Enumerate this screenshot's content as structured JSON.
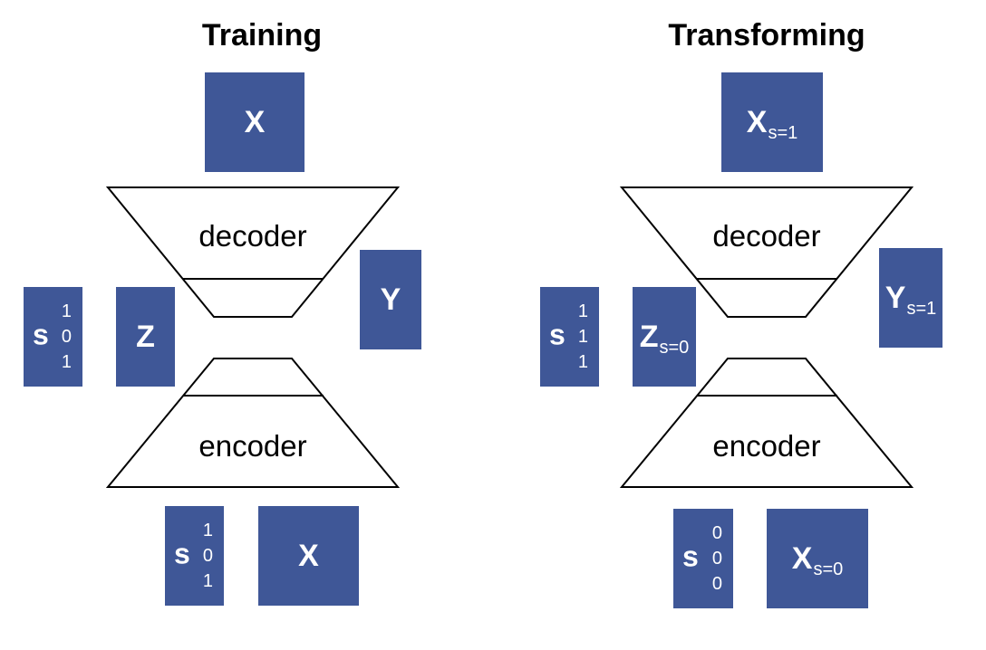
{
  "training": {
    "title": "Training",
    "top_box": "X",
    "decoder_label": "decoder",
    "encoder_label": "encoder",
    "z_box": "Z",
    "y_box": "Y",
    "s_left": {
      "label": "s",
      "values": [
        "1",
        "0",
        "1"
      ]
    },
    "s_bottom": {
      "label": "s",
      "values": [
        "1",
        "0",
        "1"
      ]
    },
    "bottom_box": "X"
  },
  "transforming": {
    "title": "Transforming",
    "top_box": {
      "main": "X",
      "sub": "s=1"
    },
    "decoder_label": "decoder",
    "encoder_label": "encoder",
    "z_box": {
      "main": "Z",
      "sub": "s=0"
    },
    "y_box": {
      "main": "Y",
      "sub": "s=1"
    },
    "s_left": {
      "label": "s",
      "values": [
        "1",
        "1",
        "1"
      ]
    },
    "s_bottom": {
      "label": "s",
      "values": [
        "0",
        "0",
        "0"
      ]
    },
    "bottom_box": {
      "main": "X",
      "sub": "s=0"
    }
  },
  "colors": {
    "box_fill": "#3f5797",
    "box_text": "#ffffff",
    "outline": "#000000"
  }
}
